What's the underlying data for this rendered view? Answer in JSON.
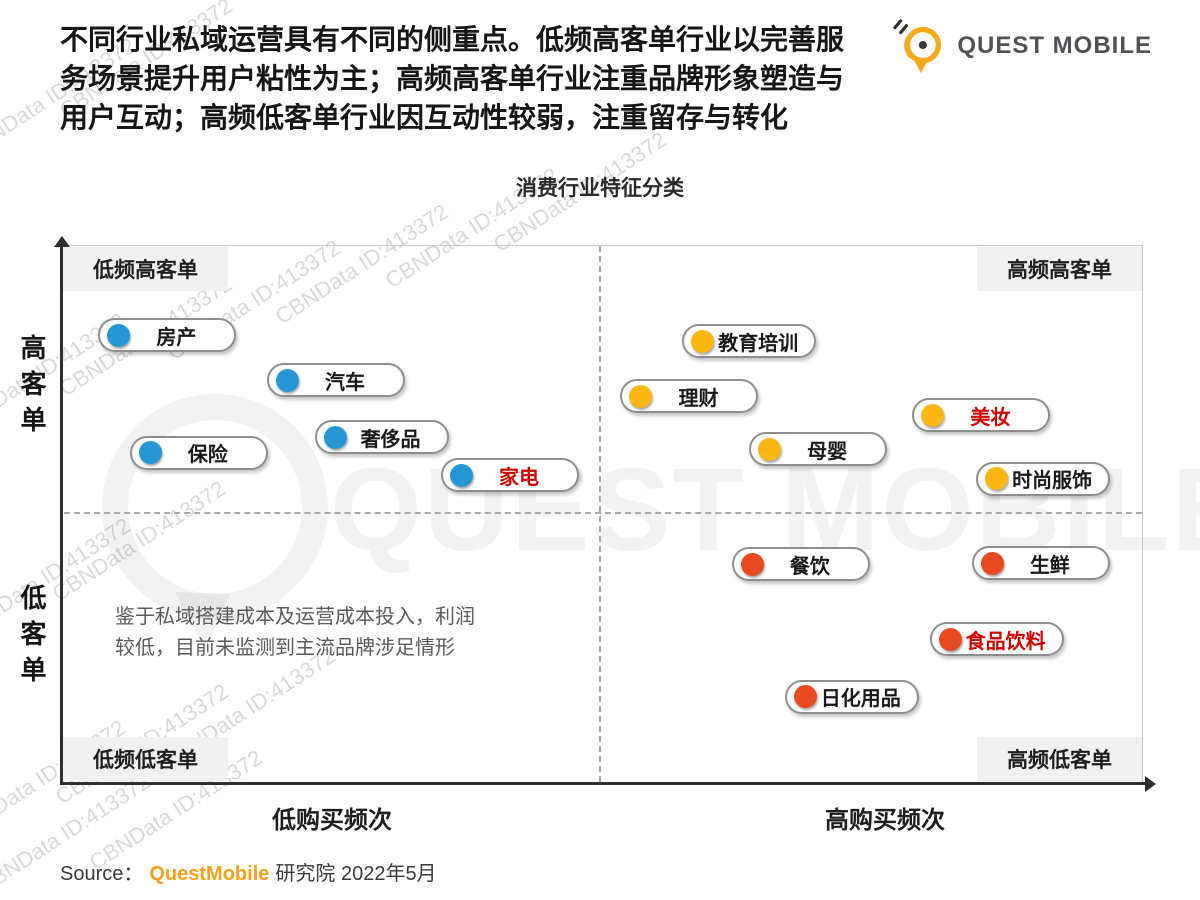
{
  "header": {
    "lines": [
      "不同行业私域运营具有不同的侧重点。低频高客单行业以完善服",
      "务场景提升用户粘性为主；高频高客单行业注重品牌形象塑造与",
      "用户互动；高频低客单行业因互动性较弱，注重留存与转化"
    ]
  },
  "logo": {
    "text": "QUEST MOBILE"
  },
  "watermark": {
    "tile_text": "CBNData ID:413372",
    "center_text": "QUEST MOBILE"
  },
  "chart_data": {
    "type": "scatter",
    "title": "消费行业特征分类",
    "xlabel_left": "低购买频次",
    "xlabel_right": "高购买频次",
    "ylabel_top": "高客单",
    "ylabel_bottom": "低客单",
    "quadrants": {
      "top_left": "低频高客单",
      "top_right": "高频高客单",
      "bottom_left": "低频低客单",
      "bottom_right": "高频低客单"
    },
    "note_lines": [
      "鉴于私域搭建成本及运营成本投入，利润",
      "较低，目前未监测到主流品牌涉足情形"
    ],
    "axis_range": {
      "x": [
        0,
        100
      ],
      "y": [
        0,
        100
      ]
    },
    "highlight_label_color": "#D10000",
    "series": [
      {
        "name": "低频高客单行业",
        "color": "#2797D4",
        "points": [
          {
            "label": "房产",
            "x": 5.4,
            "y": 83.3,
            "highlighted": false
          },
          {
            "label": "汽车",
            "x": 21.0,
            "y": 75.0,
            "highlighted": false
          },
          {
            "label": "保险",
            "x": 8.3,
            "y": 61.5,
            "highlighted": false
          },
          {
            "label": "奢侈品",
            "x": 25.4,
            "y": 64.4,
            "highlighted": false
          },
          {
            "label": "家电",
            "x": 37.1,
            "y": 57.4,
            "highlighted": true
          }
        ]
      },
      {
        "name": "高频高客单行业",
        "color": "#FBB713",
        "points": [
          {
            "label": "教育培训",
            "x": 59.4,
            "y": 82.2,
            "highlighted": false
          },
          {
            "label": "理财",
            "x": 53.7,
            "y": 72.0,
            "highlighted": false
          },
          {
            "label": "美妆",
            "x": 80.7,
            "y": 68.5,
            "highlighted": true
          },
          {
            "label": "母婴",
            "x": 65.6,
            "y": 62.2,
            "highlighted": false
          },
          {
            "label": "时尚服饰",
            "x": 86.6,
            "y": 56.7,
            "highlighted": false
          }
        ]
      },
      {
        "name": "高频低客单行业",
        "color": "#E8491F",
        "points": [
          {
            "label": "餐饮",
            "x": 64.0,
            "y": 40.9,
            "highlighted": false
          },
          {
            "label": "生鲜",
            "x": 86.2,
            "y": 41.1,
            "highlighted": false
          },
          {
            "label": "食品饮料",
            "x": 82.3,
            "y": 27.0,
            "highlighted": true
          },
          {
            "label": "日化用品",
            "x": 68.9,
            "y": 16.3,
            "highlighted": false
          }
        ]
      }
    ]
  },
  "source": {
    "prefix": "Source：",
    "brand": "QuestMobile",
    "suffix": "研究院 2022年5月"
  }
}
